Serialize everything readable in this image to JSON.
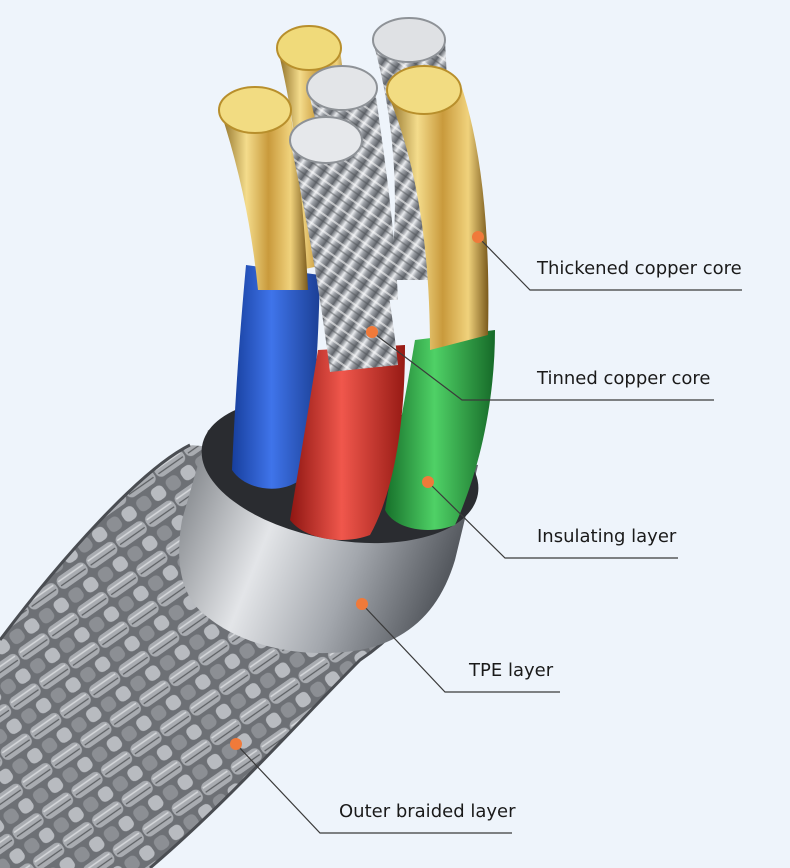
{
  "labels": {
    "thickened": "Thickened copper core",
    "tinned": "Tinned copper core",
    "insulating": "Insulating layer",
    "tpe": "TPE layer",
    "braided": "Outer braided layer"
  },
  "colors": {
    "background": "#eef4fb",
    "dot": "#f07a3a",
    "leader": "#3a3a3a",
    "braid": "#7d7f84",
    "sheath": "#b9bcc1",
    "wire_blue": "#2d5fd6",
    "wire_red": "#d9322b",
    "wire_green": "#2fa543",
    "gold": "#e2c16a",
    "tin": "#c8cbd0"
  }
}
